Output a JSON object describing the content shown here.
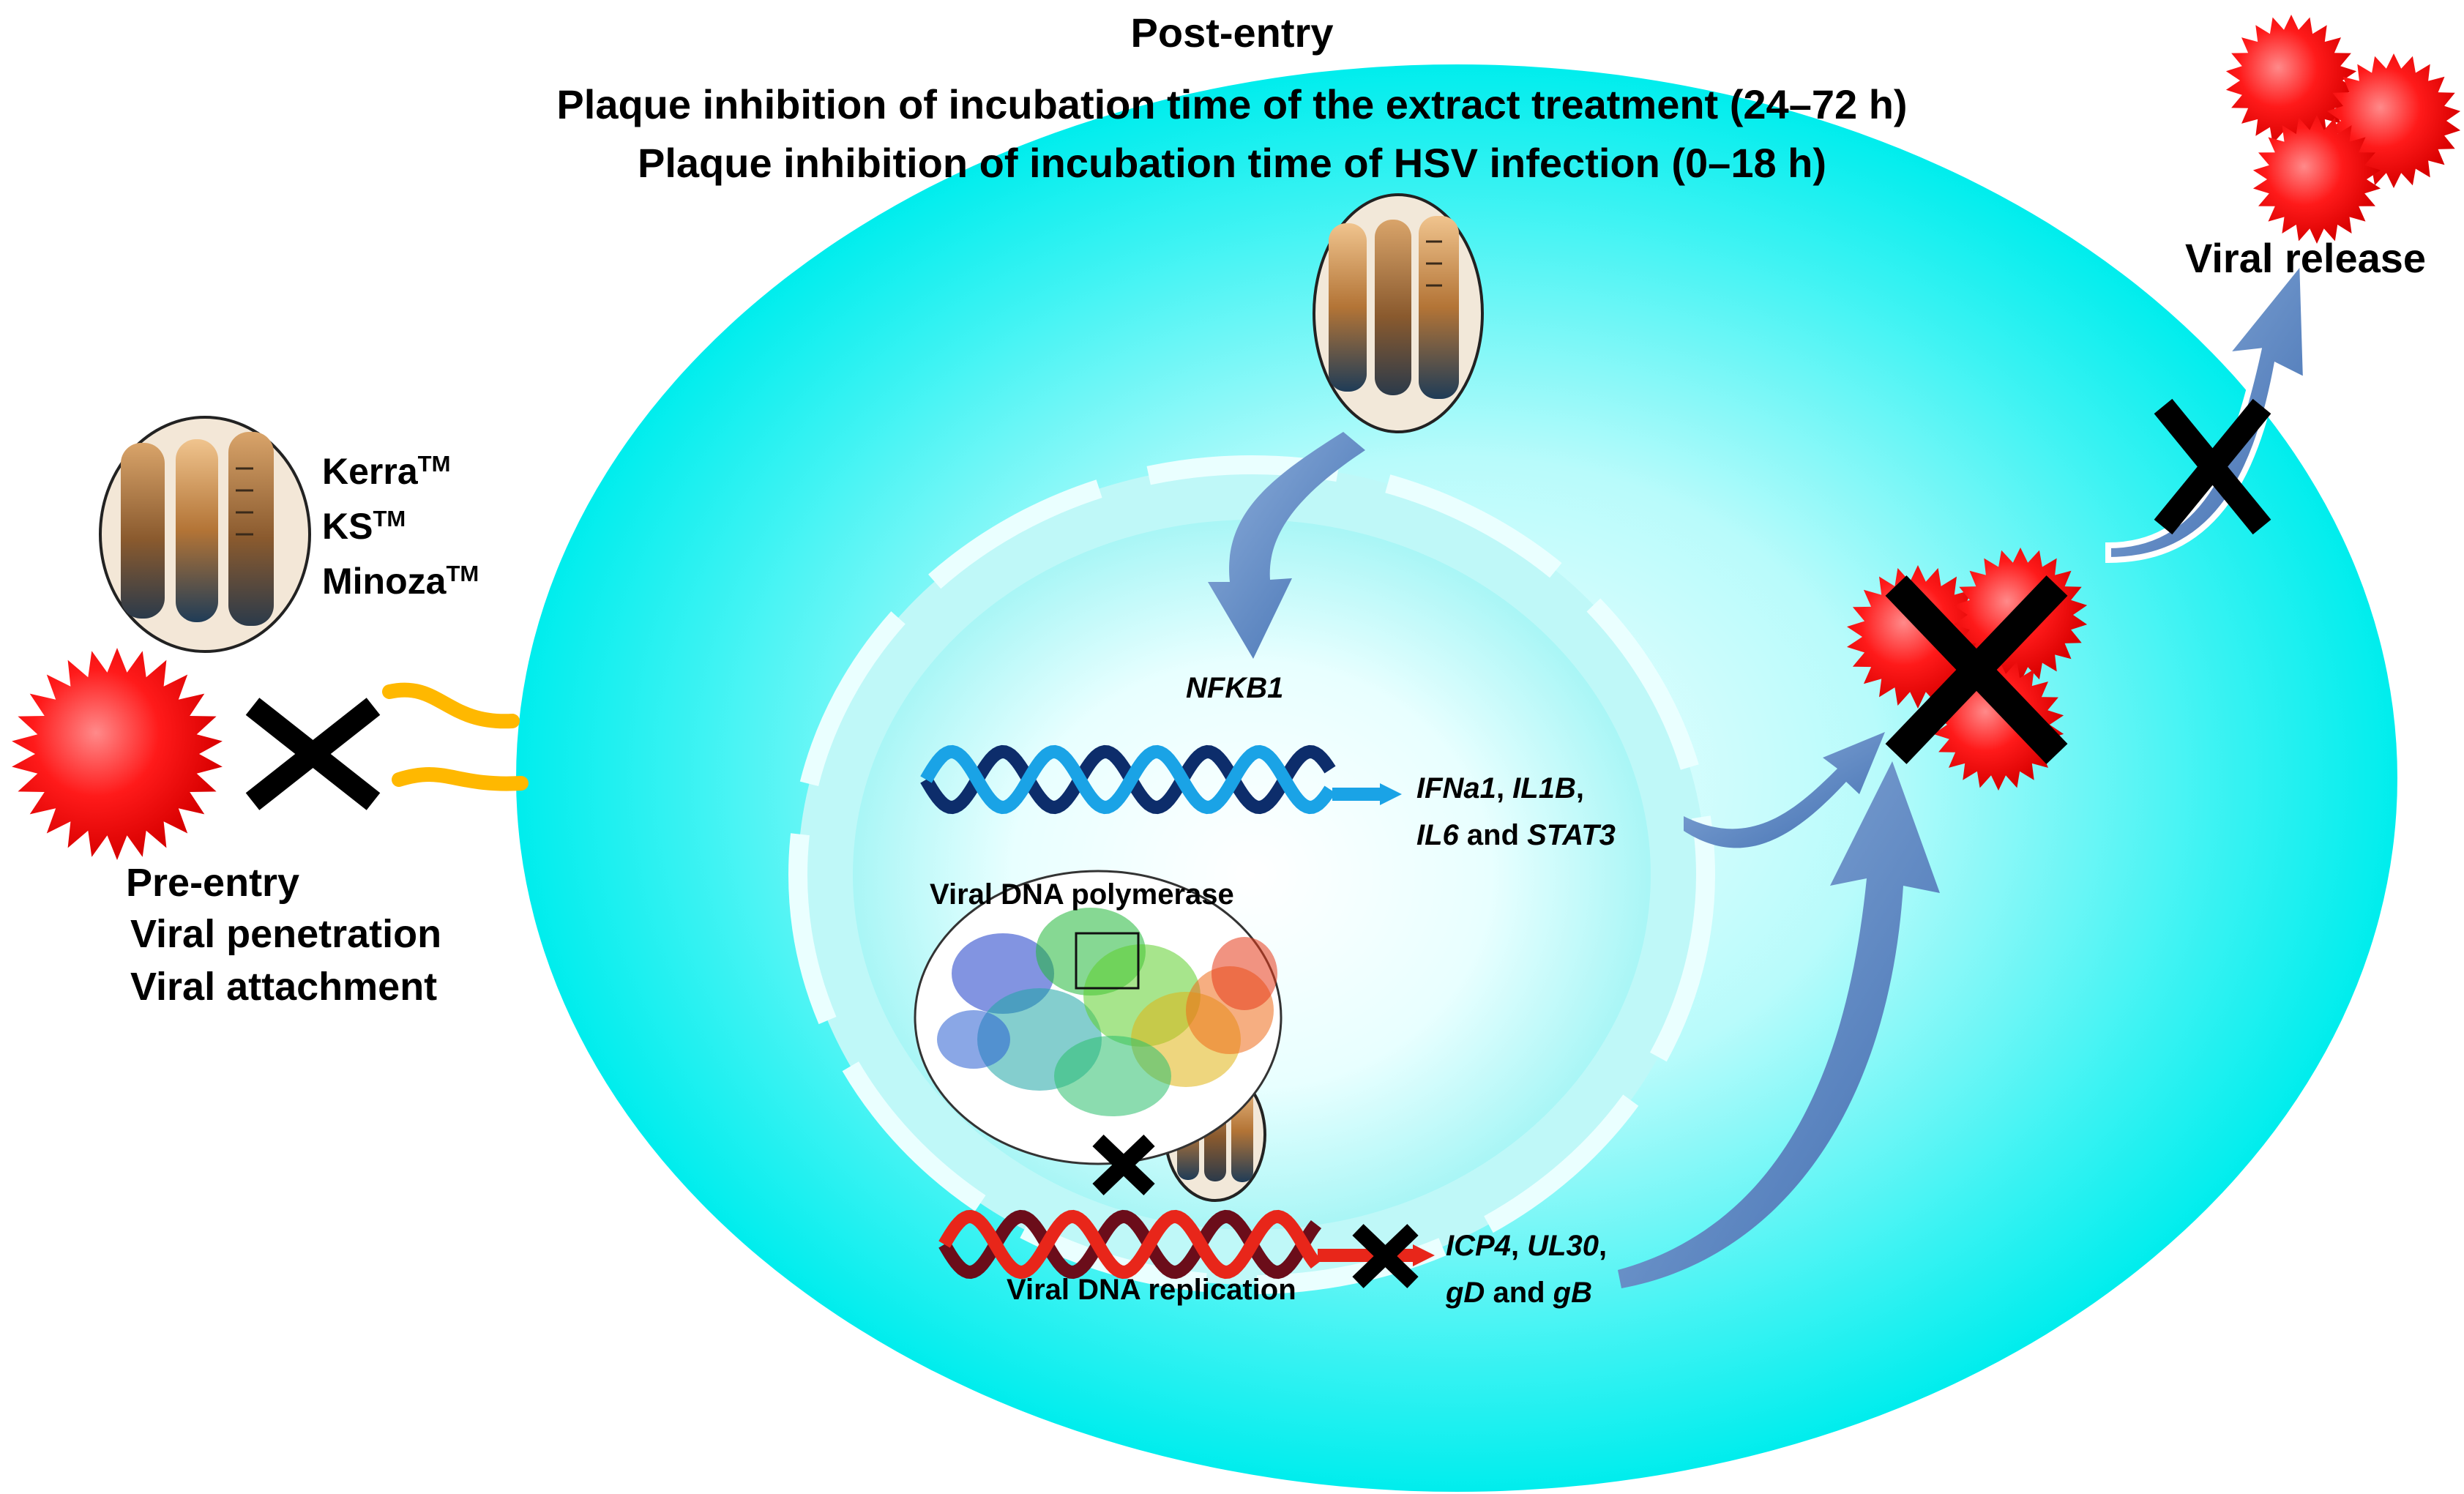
{
  "header": {
    "line1": "Post-entry",
    "line2": "Plaque inhibition of incubation time of the extract treatment (24–72 h)",
    "line3": "Plaque inhibition of incubation time of HSV infection (0–18 h)"
  },
  "extracts": [
    {
      "name": "Kerra",
      "mark": "TM"
    },
    {
      "name": "KS",
      "mark": "TM"
    },
    {
      "name": "Minoza",
      "mark": "TM"
    }
  ],
  "pre_entry": {
    "line1": "Pre-entry",
    "line2": "Viral penetration",
    "line3": "Viral attachment"
  },
  "release": {
    "label": "Viral release"
  },
  "nucleus": {
    "gene_label": "NFKB1",
    "cytokines": {
      "t1": "IFNa1",
      "t2": ", ",
      "t3": "IL1B",
      "t4": ",",
      "t5": "IL6",
      "t6": " and ",
      "t7": "STAT3"
    },
    "polymerase_label": "Viral DNA polymerase",
    "replication_label": "Viral DNA replication",
    "viral_genes": {
      "t1": "ICP4",
      "t2": ", ",
      "t3": "UL30",
      "t4": ",",
      "t5": "gD",
      "t6": " and ",
      "t7": "gB"
    }
  },
  "colors": {
    "cell": "#00f0f0",
    "virus": "#ff1a1a",
    "membrane_lipid": "#ffb800",
    "arrow": "#5a82be",
    "dna_blue": "#1aa3e6",
    "dna_red": "#e8261a"
  }
}
